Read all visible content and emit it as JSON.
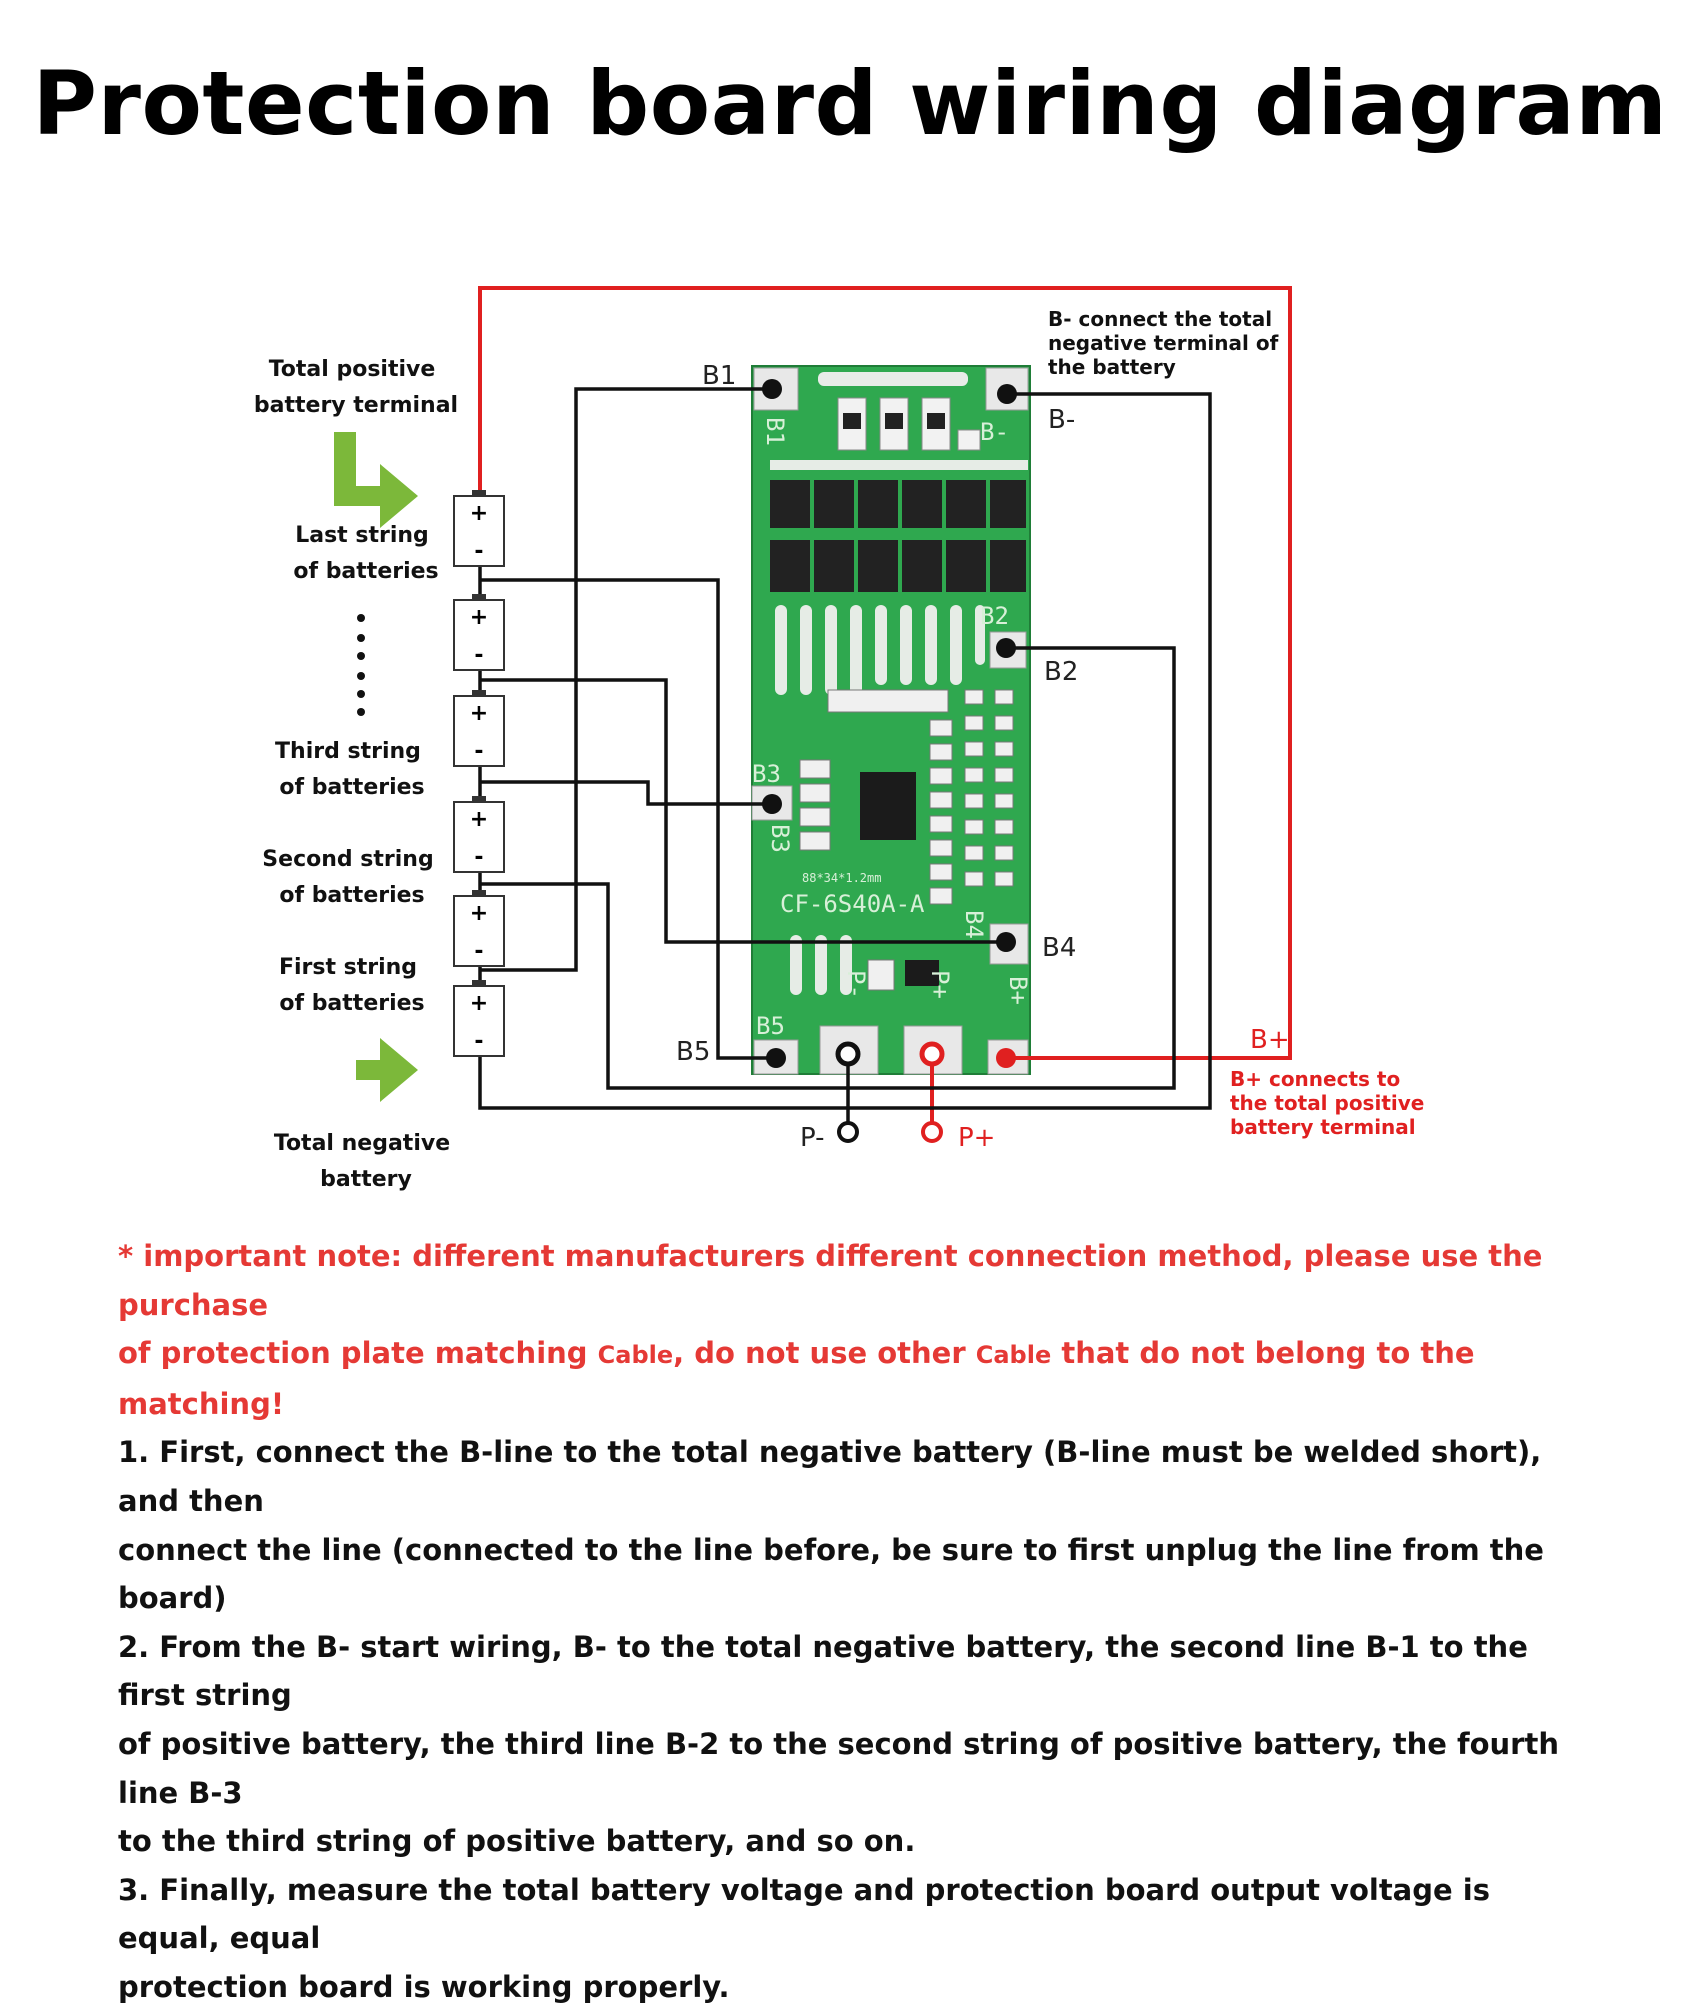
{
  "title": "Protection board wiring diagram",
  "colors": {
    "wire_black": "#111111",
    "wire_red": "#e02020",
    "pcb_green": "#2fa84f",
    "arrow_green": "#7cb83a",
    "note_red": "#e53935"
  },
  "battery_labels": {
    "total_positive": [
      "Total positive",
      "battery terminal"
    ],
    "last_string": [
      "Last string",
      "of batteries"
    ],
    "third_string": [
      "Third string",
      "of batteries"
    ],
    "second_string": [
      "Second string",
      "of batteries"
    ],
    "first_string": [
      "First string",
      "of batteries"
    ],
    "total_negative": [
      "Total negative",
      "battery"
    ]
  },
  "cell_signs": {
    "plus": "+",
    "minus": "-"
  },
  "terminals": {
    "b1": "B1",
    "b_minus": "B-",
    "b2": "B2",
    "b3": "B3",
    "b4": "B4",
    "b5": "B5",
    "b_plus": "B+",
    "p_minus": "P-",
    "p_plus": "P+"
  },
  "pcb_silkscreen": {
    "b1": "B1",
    "b_minus": "B-",
    "b2": "B2",
    "b3": "B3",
    "b4": "B4",
    "b5": "B5",
    "p_minus": "P-",
    "p_plus": "P+",
    "b_plus": "B+",
    "model": "CF-6S40A-A",
    "size": "88*34*1.2mm"
  },
  "annotations": {
    "b_minus": [
      "B- connect the total",
      "negative terminal of",
      "the battery"
    ],
    "b_plus": [
      "B+ connects to",
      "the total positive",
      "battery terminal"
    ]
  },
  "notes": {
    "important_1": "* important note: different manufacturers different connection method, please use the purchase",
    "important_2a": "of protection plate matching ",
    "important_cable": "Cable",
    "important_2b": ", do not use other ",
    "important_2c": " that do not belong to the matching!",
    "step1_a": "1. First, connect the B-line to the total negative battery (B-line must be welded short), and then",
    "step1_b": "connect the line (connected to the line before, be sure to first unplug the line from the board)",
    "step2_a": "2. From the B- start wiring, B- to the total negative battery, the second line B-1 to the first string",
    "step2_b": "of positive battery, the third line B-2 to the second string of positive battery, the fourth line B-3",
    "step2_c": "to the third string of positive battery, and so on.",
    "step3_a": "3. Finally, measure the total battery voltage and protection board output voltage is equal, equal",
    "step3_b": "protection board is working properly."
  }
}
